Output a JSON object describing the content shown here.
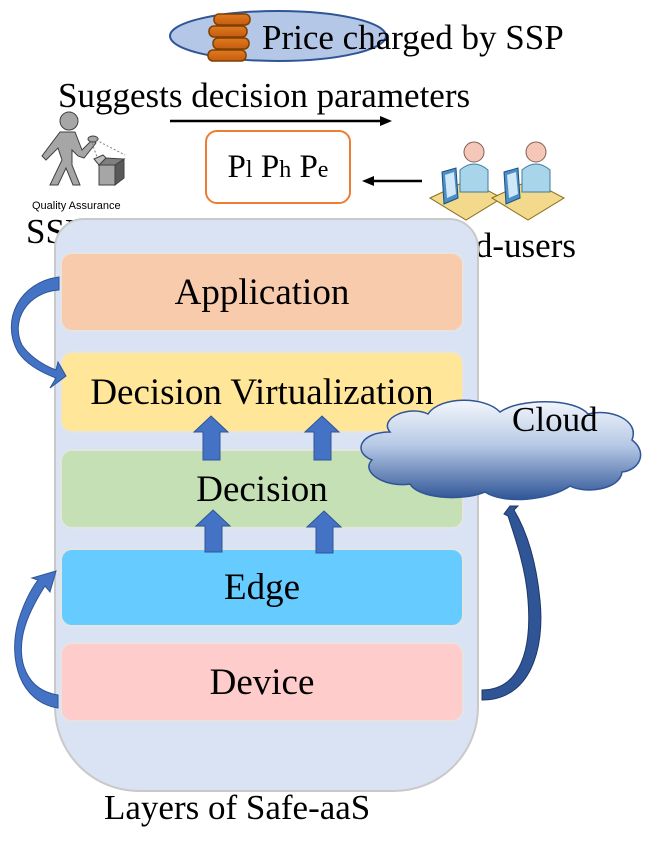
{
  "price": {
    "label": "Price charged by SSP",
    "icon": "coins-stack-icon"
  },
  "suggestion": {
    "label": "Suggests decision parameters"
  },
  "parameters": {
    "p1": "P",
    "p1_sub": "l",
    "p2": "P",
    "p2_sub": "h",
    "p3": "P",
    "p3_sub": "e"
  },
  "ssp": {
    "caption": "Quality Assurance",
    "label": "SSP",
    "icon": "quality-assurance-icon"
  },
  "end_users": {
    "label": "End-users",
    "icon": "users-at-computers-icon"
  },
  "layers": [
    {
      "label": "Application",
      "color": "#f8cbad"
    },
    {
      "label": "Decision Virtualization",
      "color": "#ffe699"
    },
    {
      "label": "Decision",
      "color": "#c5e0b4"
    },
    {
      "label": "Edge",
      "color": "#66ccff"
    },
    {
      "label": "Device",
      "color": "#ffcccc"
    }
  ],
  "cloud": {
    "label": "Cloud",
    "icon": "cloud-icon"
  },
  "caption": "Layers of Safe-aaS",
  "colors": {
    "container": "#dae3f3",
    "arrow": "#4472c4",
    "param_border": "#ed7d31",
    "ellipse": "#b4c7e7"
  }
}
